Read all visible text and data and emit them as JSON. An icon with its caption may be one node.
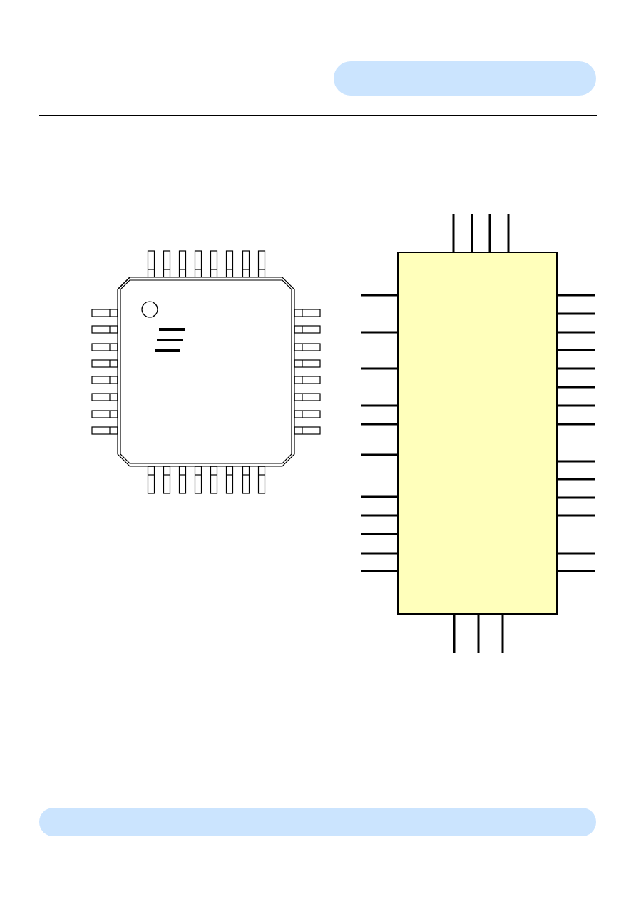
{
  "diagram": {
    "nodes": [
      {
        "text": [],
        "shape": "bar"
      },
      {
        "text": [],
        "shape": "picture"
      },
      {
        "text": [],
        "shape": "box"
      },
      {
        "text": [],
        "shape": "bar"
      }
    ]
  }
}
